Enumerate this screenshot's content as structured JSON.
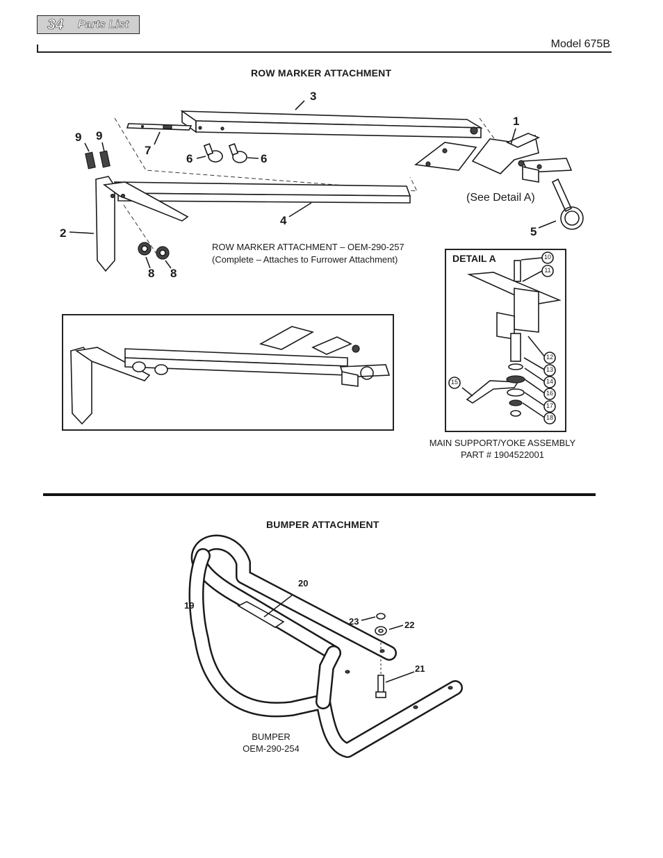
{
  "header": {
    "page_number": "34",
    "section": "Parts List",
    "model": "Model 675B"
  },
  "row_marker": {
    "title": "ROW MARKER ATTACHMENT",
    "callouts": [
      "1",
      "2",
      "3",
      "4",
      "5",
      "6",
      "6",
      "7",
      "8",
      "8",
      "9",
      "9"
    ],
    "see_detail": "(See Detail A)",
    "caption_line1": "ROW MARKER ATTACHMENT – OEM-290-257",
    "caption_line2": "(Complete – Attaches to Furrower Attachment)",
    "detail": {
      "label": "DETAIL A",
      "callouts": [
        "10",
        "11",
        "12",
        "13",
        "14",
        "15",
        "16",
        "17",
        "18"
      ],
      "caption_line1": "MAIN SUPPORT/YOKE ASSEMBLY",
      "caption_line2": "PART # 1904522001"
    }
  },
  "bumper": {
    "title": "BUMPER ATTACHMENT",
    "callouts": [
      "19",
      "20",
      "21",
      "22",
      "23"
    ],
    "caption_line1": "BUMPER",
    "caption_line2": "OEM-290-254"
  }
}
